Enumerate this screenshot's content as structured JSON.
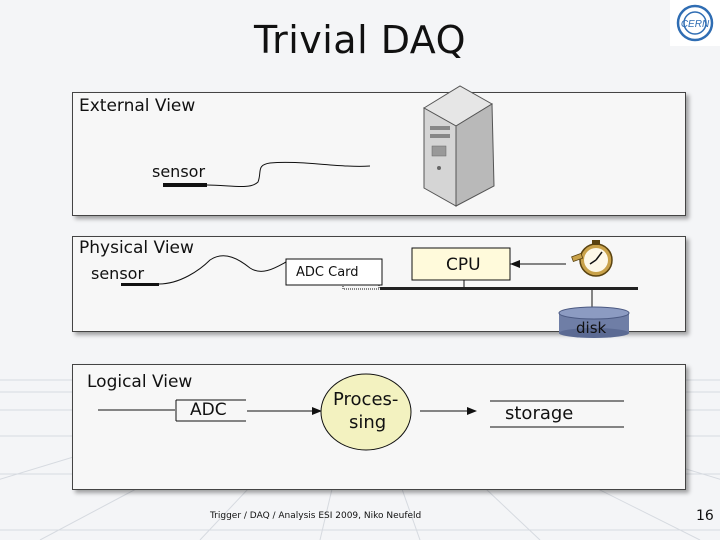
{
  "slide": {
    "title": "Trivial DAQ",
    "page_number": "16",
    "footer": "Trigger / DAQ / Analysis ESI 2009, Niko Neufeld"
  },
  "external_view": {
    "title": "External View",
    "sensor_label": "sensor"
  },
  "physical_view": {
    "title": "Physical View",
    "sensor_label": "sensor",
    "adc_card_label": "ADC Card",
    "cpu_label": "CPU",
    "disk_label": "disk"
  },
  "logical_view": {
    "title": "Logical View",
    "adc_label": "ADC",
    "processing_label_line1": "Proces-",
    "processing_label_line2": "sing",
    "storage_label": "storage"
  },
  "icons": {
    "logo": "cern-logo",
    "computer": "computer-tower-icon",
    "stopwatch": "stopwatch-icon",
    "disk": "disk-cylinder-icon"
  },
  "colors": {
    "cpu_fill": "#fffadb",
    "processing_fill": "#f3f2c0",
    "disk_fill": "#6f7ea6",
    "logo_blue": "#2f6db3"
  }
}
